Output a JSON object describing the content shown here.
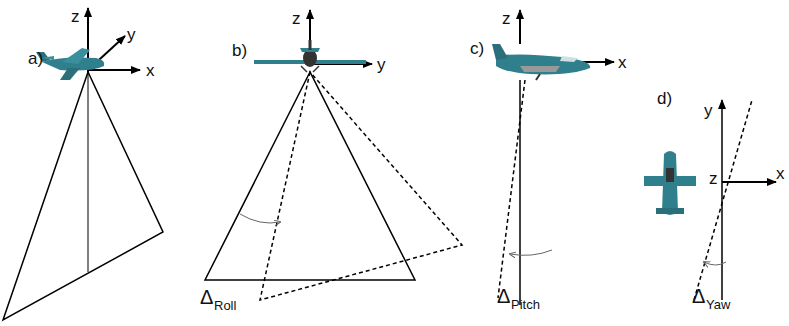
{
  "diagram": {
    "labels": [
      "z",
      "a)",
      "y",
      "x",
      "z",
      "b)",
      "y",
      "Δ",
      "Roll",
      "z",
      "c)",
      "x",
      "Δ",
      "Pitch",
      "d)",
      "y",
      "z",
      "x",
      "Δ",
      "Yaw"
    ]
  }
}
